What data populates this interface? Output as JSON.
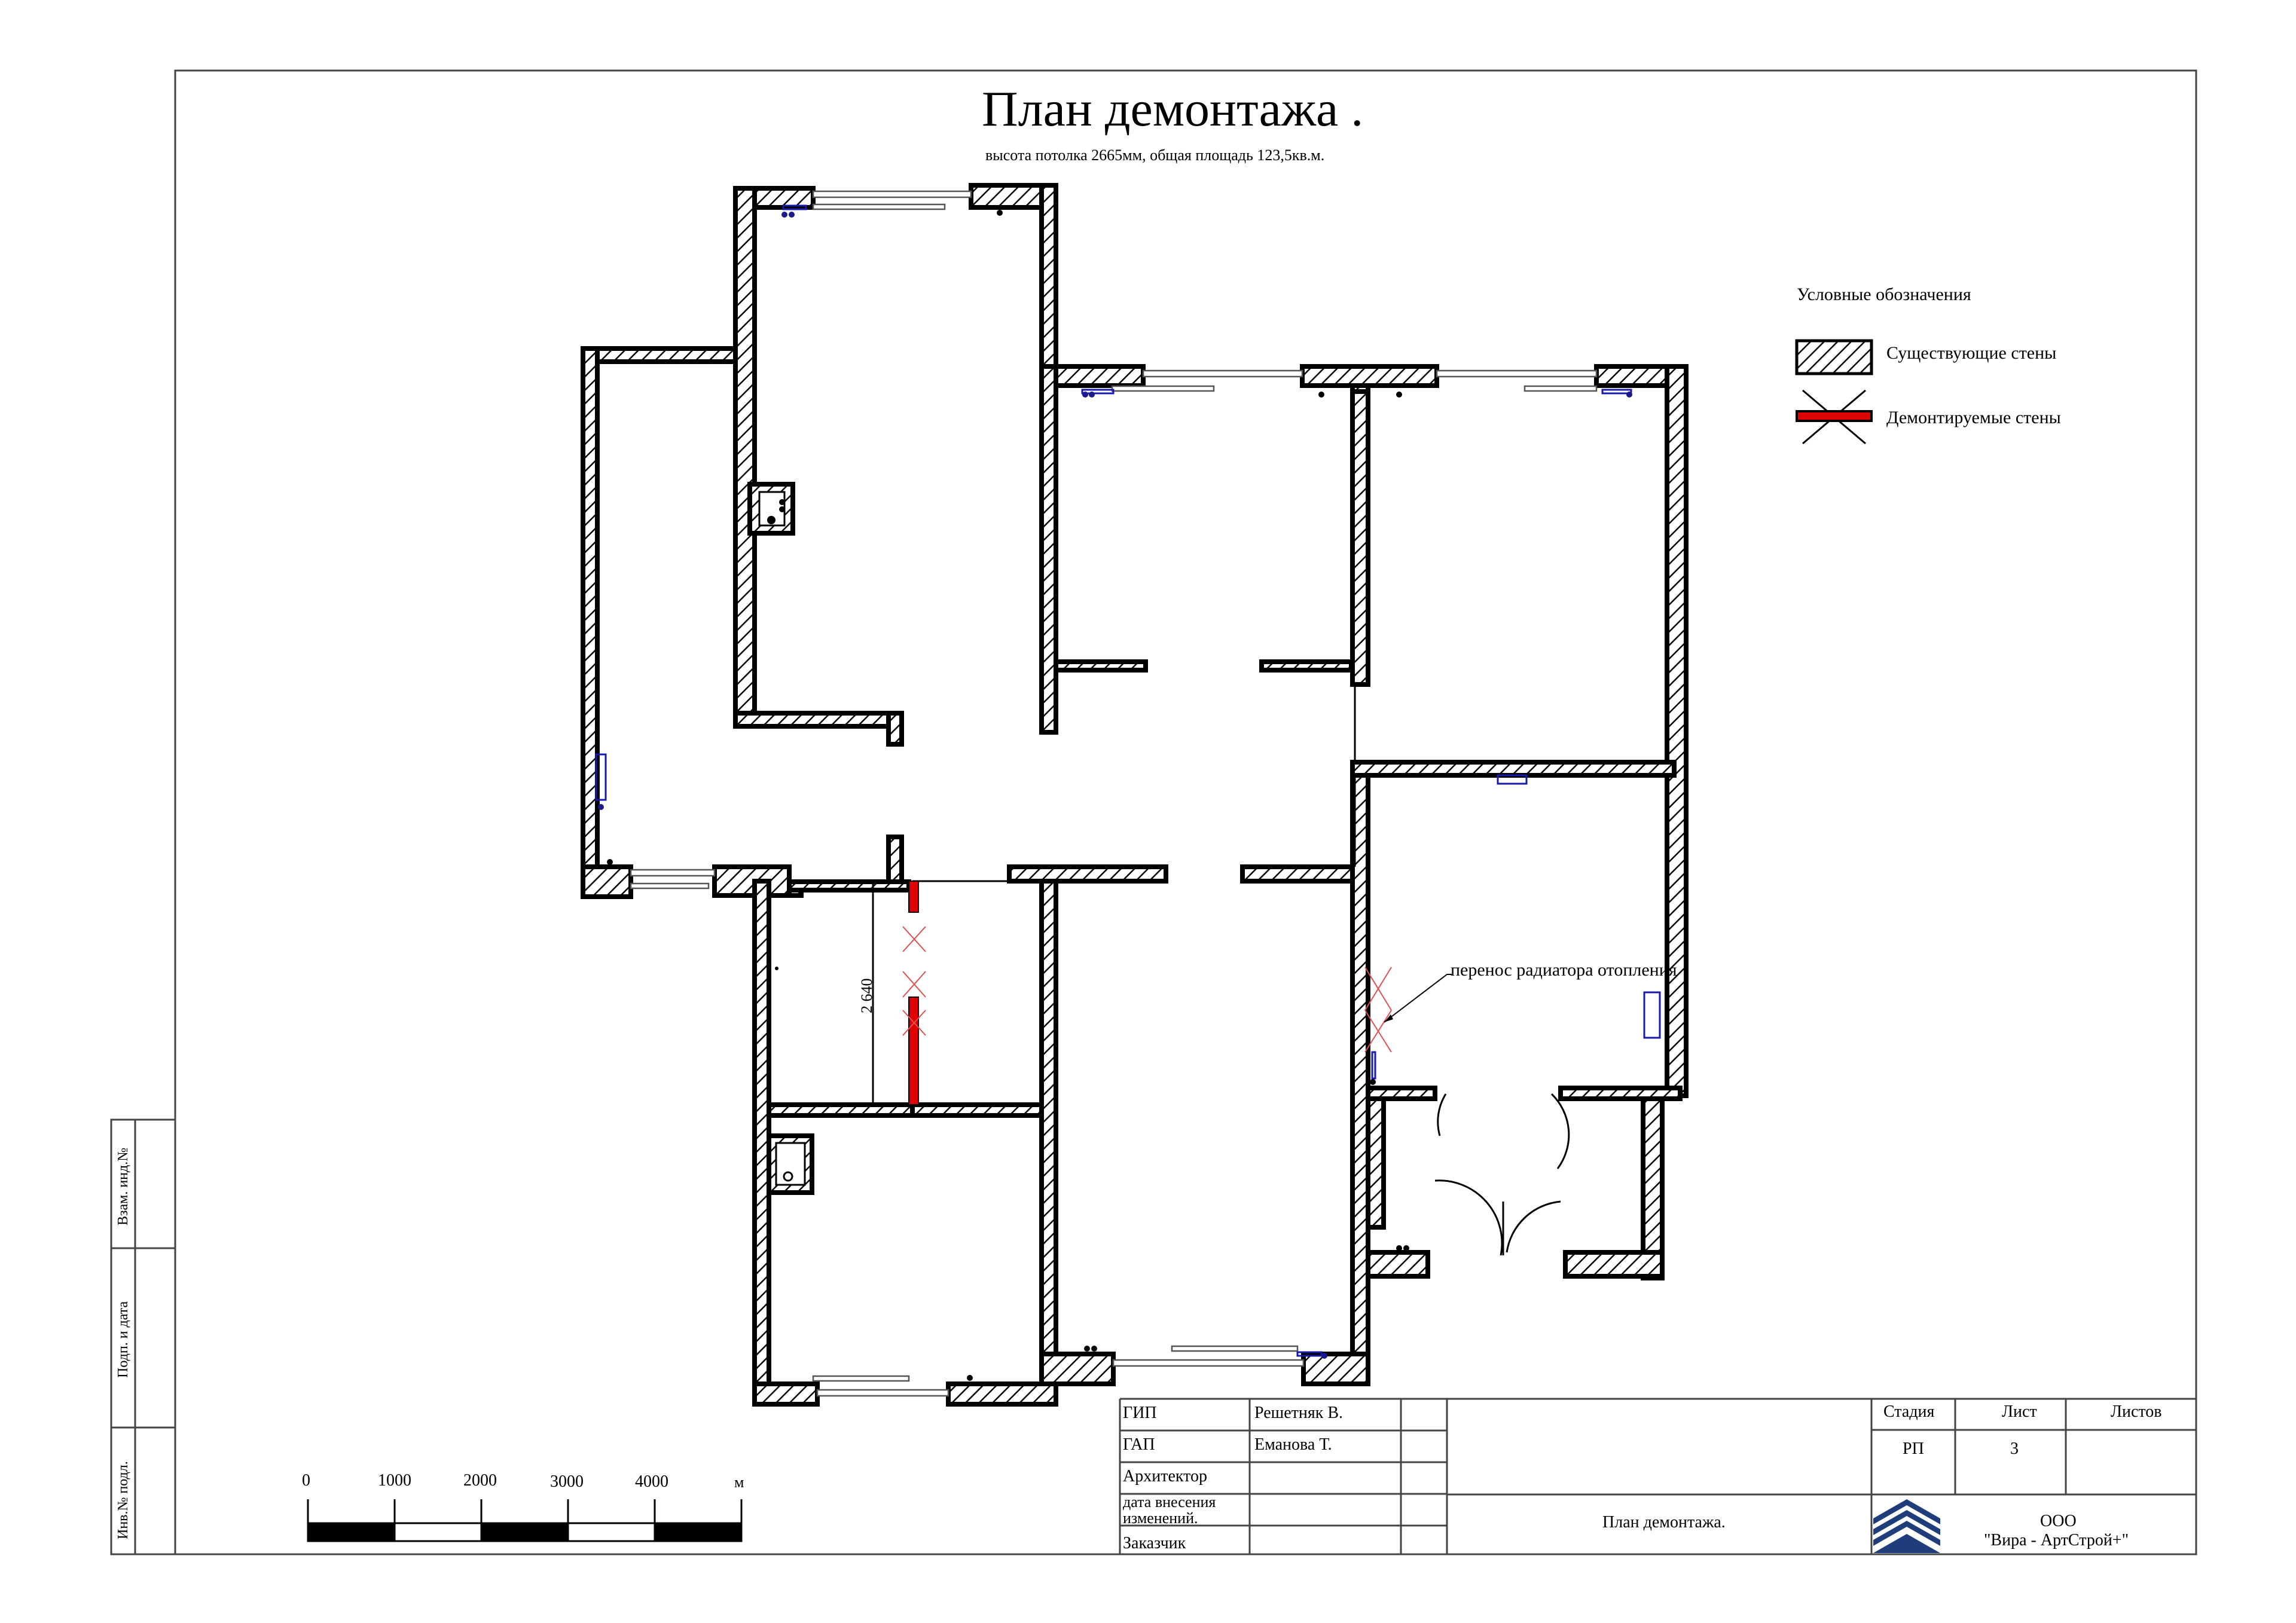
{
  "sheet": {
    "title": "План демонтажа .",
    "subtitle": "высота потолка 2665мм, общая площадь 123,5кв.м."
  },
  "legend": {
    "heading": "Условные обозначения",
    "items": [
      {
        "label": "Существующие стены",
        "type": "hatched-wall"
      },
      {
        "label": "Демонтируемые стены",
        "type": "demolished-wall",
        "color": "#e00000"
      }
    ]
  },
  "annotations": {
    "radiator_note": "перенос радиатора отопления",
    "dimension": "2 640"
  },
  "scale_bar": {
    "ticks": [
      "0",
      "1000",
      "2000",
      "3000",
      "4000"
    ],
    "unit": "м"
  },
  "side_stamp": [
    "Взам. инд.№",
    "Подп. и дата",
    "Инв.№ подл."
  ],
  "title_block": {
    "roles": [
      {
        "role": "ГИП",
        "name": "Решетняк В."
      },
      {
        "role": "ГАП",
        "name": "Еманова Т."
      },
      {
        "role": "Архитектор",
        "name": ""
      },
      {
        "role": "дата внесения изменений.",
        "name": ""
      },
      {
        "role": "Заказчик",
        "name": ""
      }
    ],
    "drawing_name": "План демонтажа.",
    "stage_header": "Стадия",
    "sheet_header": "Лист",
    "sheets_header": "Листов",
    "stage": "РП",
    "sheet": "3",
    "sheets": "",
    "company_line1": "ООО",
    "company_line2": "\"Вира - АртСтрой+\""
  },
  "colors": {
    "demolition": "#e00000",
    "radiator": "#1a1aa8",
    "logo": "#1e3d7a"
  }
}
